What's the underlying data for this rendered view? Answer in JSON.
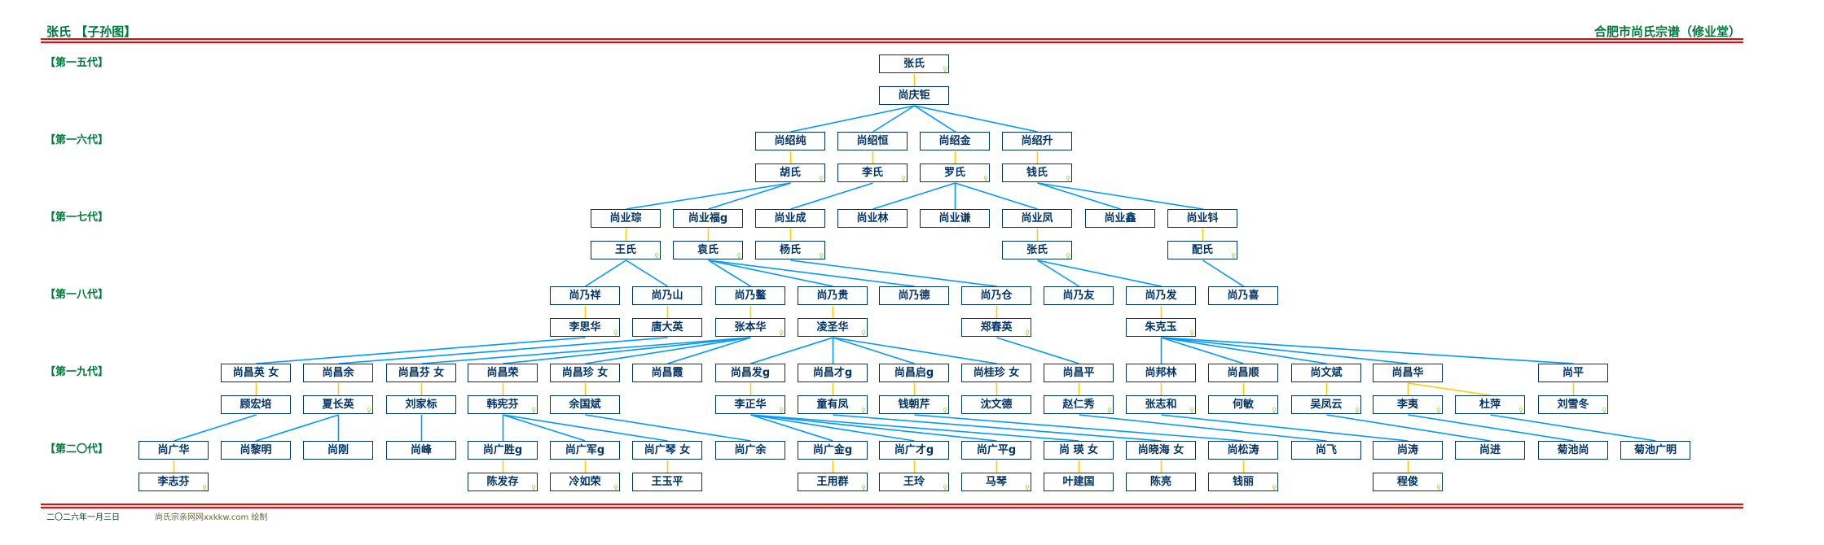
{
  "header": {
    "title": "张氏 【子孙图】",
    "right_title": "合肥市尚氏宗谱（修业堂）"
  },
  "footer": {
    "date": "二〇二六年一月三日",
    "credit": "尚氏宗亲网网xxkkw.com 绘制"
  },
  "colors": {
    "box_border": "#003366",
    "descent_line": "#0099ff",
    "spouse_line": "#ffcc00",
    "label": "#007a3d",
    "female_icon": "#99cc33",
    "rule": "#ff0000"
  },
  "generation_labels": [
    "【第一五代】",
    "【第一六代】",
    "【第一七代】",
    "【第一八代】",
    "【第一九代】",
    "【第二〇代】"
  ],
  "female_icon": "♀",
  "people": [
    {
      "id": "a1",
      "gen": 0,
      "name": "张氏",
      "f": true,
      "spouses": [
        {
          "name": "尚庆钜"
        }
      ]
    },
    {
      "id": "b1",
      "gen": 1,
      "name": "尚绍纯",
      "parent": "a1",
      "spouses": [
        {
          "name": "胡氏",
          "f": true
        }
      ]
    },
    {
      "id": "b2",
      "gen": 1,
      "name": "尚绍恒",
      "parent": "a1",
      "spouses": [
        {
          "name": "李氏",
          "f": true
        }
      ]
    },
    {
      "id": "b3",
      "gen": 1,
      "name": "尚绍金",
      "parent": "a1",
      "spouses": [
        {
          "name": "罗氏",
          "f": true
        }
      ]
    },
    {
      "id": "b4",
      "gen": 1,
      "name": "尚绍升",
      "parent": "a1",
      "spouses": [
        {
          "name": "钱氏",
          "f": true
        }
      ]
    },
    {
      "id": "c1",
      "gen": 2,
      "name": "尚业琮",
      "parent": "b1",
      "spouses": [
        {
          "name": "王氏",
          "f": true
        }
      ]
    },
    {
      "id": "c2",
      "gen": 2,
      "name": "尚业福g",
      "parent": "b1",
      "spouses": [
        {
          "name": "袁氏",
          "f": true
        }
      ]
    },
    {
      "id": "c3",
      "gen": 2,
      "name": "尚业成",
      "parent": "b2",
      "spouses": [
        {
          "name": "杨氏",
          "f": true
        }
      ]
    },
    {
      "id": "c4",
      "gen": 2,
      "name": "尚业林",
      "parent": "b3",
      "spouses": []
    },
    {
      "id": "c5",
      "gen": 2,
      "name": "尚业谦",
      "parent": "b3",
      "spouses": []
    },
    {
      "id": "c6",
      "gen": 2,
      "name": "尚业凤",
      "parent": "b3",
      "spouses": [
        {
          "name": "张氏",
          "f": true
        }
      ]
    },
    {
      "id": "c7",
      "gen": 2,
      "name": "尚业鑫",
      "parent": "b4",
      "spouses": []
    },
    {
      "id": "c8",
      "gen": 2,
      "name": "尚业钭",
      "parent": "b4",
      "spouses": [
        {
          "name": "配氏",
          "f": true
        }
      ]
    },
    {
      "id": "d1",
      "gen": 3,
      "name": "尚乃祥",
      "parent": "c1",
      "spouses": [
        {
          "name": "李思华",
          "f": true
        }
      ]
    },
    {
      "id": "d2",
      "gen": 3,
      "name": "尚乃山",
      "parent": "c1",
      "spouses": [
        {
          "name": "唐大英"
        }
      ]
    },
    {
      "id": "d3",
      "gen": 3,
      "name": "尚乃鳌",
      "parent": "c2",
      "spouses": [
        {
          "name": "张本华",
          "f": true
        }
      ]
    },
    {
      "id": "d4",
      "gen": 3,
      "name": "尚乃贵",
      "parent": "c2",
      "spouses": [
        {
          "name": "凌圣华",
          "f": true
        }
      ]
    },
    {
      "id": "d5",
      "gen": 3,
      "name": "尚乃德",
      "parent": "c2",
      "spouses": []
    },
    {
      "id": "d6",
      "gen": 3,
      "name": "尚乃仓",
      "parent": "c3",
      "spouses": [
        {
          "name": "郑春英",
          "f": true
        }
      ]
    },
    {
      "id": "d7",
      "gen": 3,
      "name": "尚乃友",
      "parent": "c6",
      "spouses": []
    },
    {
      "id": "d8",
      "gen": 3,
      "name": "尚乃发",
      "parent": "c6",
      "spouses": [
        {
          "name": "朱克玉",
          "f": true
        }
      ]
    },
    {
      "id": "d9",
      "gen": 3,
      "name": "尚乃喜",
      "parent": "c8",
      "spouses": []
    },
    {
      "id": "e1",
      "gen": 4,
      "name": "尚昌英 女",
      "parent": "d1",
      "spouses": [
        {
          "name": "顾宏培"
        }
      ]
    },
    {
      "id": "e2",
      "gen": 4,
      "name": "尚昌余",
      "parent": "d2",
      "spouses": [
        {
          "name": "夏长英",
          "f": true
        }
      ]
    },
    {
      "id": "e3",
      "gen": 4,
      "name": "尚昌芬 女",
      "parent": "d3",
      "spouses": [
        {
          "name": "刘家标"
        }
      ]
    },
    {
      "id": "e4",
      "gen": 4,
      "name": "尚昌荣",
      "parent": "d3",
      "spouses": [
        {
          "name": "韩宪芬",
          "f": true
        }
      ]
    },
    {
      "id": "e5",
      "gen": 4,
      "name": "尚昌珍 女",
      "parent": "d3",
      "spouses": [
        {
          "name": "余国斌"
        }
      ]
    },
    {
      "id": "e6",
      "gen": 4,
      "name": "尚昌霞",
      "parent": "d3",
      "spouses": []
    },
    {
      "id": "e7",
      "gen": 4,
      "name": "尚昌发g",
      "parent": "d4",
      "spouses": [
        {
          "name": "李正华",
          "f": true
        }
      ]
    },
    {
      "id": "e8",
      "gen": 4,
      "name": "尚昌才g",
      "parent": "d4",
      "spouses": [
        {
          "name": "童有凤",
          "f": true
        }
      ]
    },
    {
      "id": "e9",
      "gen": 4,
      "name": "尚昌启g",
      "parent": "d4",
      "spouses": [
        {
          "name": "钱朝芹",
          "f": true
        }
      ]
    },
    {
      "id": "e10",
      "gen": 4,
      "name": "尚桂珍 女",
      "parent": "d4",
      "spouses": [
        {
          "name": "沈文德"
        }
      ]
    },
    {
      "id": "e11",
      "gen": 4,
      "name": "尚昌平",
      "parent": "d6",
      "spouses": [
        {
          "name": "赵仁秀",
          "f": true
        }
      ]
    },
    {
      "id": "e12",
      "gen": 4,
      "name": "尚邦林",
      "parent": "d8",
      "spouses": [
        {
          "name": "张志和",
          "f": true
        }
      ]
    },
    {
      "id": "e13",
      "gen": 4,
      "name": "尚昌顺",
      "parent": "d8",
      "spouses": [
        {
          "name": "何敏",
          "f": true
        }
      ]
    },
    {
      "id": "e14",
      "gen": 4,
      "name": "尚文斌",
      "parent": "d8",
      "spouses": [
        {
          "name": "吴凤云",
          "f": true
        }
      ]
    },
    {
      "id": "e15",
      "gen": 4,
      "name": "尚昌华",
      "parent": "d8",
      "spouses": [
        {
          "name": "李夷",
          "f": true
        },
        {
          "name": "杜萍",
          "f": true
        }
      ]
    },
    {
      "id": "e16",
      "gen": 4,
      "name": "尚平",
      "parent": "d8",
      "spouses": [
        {
          "name": "刘雪冬",
          "f": true
        }
      ]
    },
    {
      "id": "f1",
      "gen": 5,
      "name": "尚广华",
      "parent": "e1",
      "spouses": [
        {
          "name": "李志芬",
          "f": true
        }
      ]
    },
    {
      "id": "f2",
      "gen": 5,
      "name": "尚黎明",
      "parent": "e2",
      "spouses": []
    },
    {
      "id": "f3",
      "gen": 5,
      "name": "尚刚",
      "parent": "e2",
      "spouses": []
    },
    {
      "id": "f4",
      "gen": 5,
      "name": "尚峰",
      "parent": "e3",
      "spouses": []
    },
    {
      "id": "f5",
      "gen": 5,
      "name": "尚广胜g",
      "parent": "e4",
      "spouses": [
        {
          "name": "陈发存",
          "f": true
        }
      ]
    },
    {
      "id": "f6",
      "gen": 5,
      "name": "尚广军g",
      "parent": "e4",
      "spouses": [
        {
          "name": "冷如荣",
          "f": true
        }
      ]
    },
    {
      "id": "f7",
      "gen": 5,
      "name": "尚广琴 女",
      "parent": "e4",
      "spouses": [
        {
          "name": "王玉平"
        }
      ]
    },
    {
      "id": "f8",
      "gen": 5,
      "name": "尚广余",
      "parent": "e5",
      "spouses": []
    },
    {
      "id": "f9",
      "gen": 5,
      "name": "尚广金g",
      "parent": "e7",
      "spouses": [
        {
          "name": "王用群",
          "f": true
        }
      ]
    },
    {
      "id": "f10",
      "gen": 5,
      "name": "尚广才g",
      "parent": "e7",
      "spouses": [
        {
          "name": "王玲",
          "f": true
        }
      ]
    },
    {
      "id": "f11",
      "gen": 5,
      "name": "尚广平g",
      "parent": "e7",
      "spouses": [
        {
          "name": "马琴",
          "f": true
        }
      ]
    },
    {
      "id": "f12",
      "gen": 5,
      "name": "尚 瑛 女",
      "parent": "e7",
      "spouses": [
        {
          "name": "叶建国"
        }
      ]
    },
    {
      "id": "f13",
      "gen": 5,
      "name": "尚晓海 女",
      "parent": "e8",
      "spouses": [
        {
          "name": "陈亮"
        }
      ]
    },
    {
      "id": "f14",
      "gen": 5,
      "name": "尚松涛",
      "parent": "e9",
      "spouses": [
        {
          "name": "钱丽",
          "f": true
        }
      ]
    },
    {
      "id": "f15",
      "gen": 5,
      "name": "尚飞",
      "parent": "e11",
      "spouses": []
    },
    {
      "id": "f16",
      "gen": 5,
      "name": "尚涛",
      "parent": "e12",
      "spouses": [
        {
          "name": "程俊",
          "f": true
        }
      ]
    },
    {
      "id": "f17",
      "gen": 5,
      "name": "尚进",
      "parent": "e14",
      "spouses": []
    },
    {
      "id": "f18",
      "gen": 5,
      "name": "菊池尚",
      "parent": "e15",
      "via": 0,
      "spouses": []
    },
    {
      "id": "f19",
      "gen": 5,
      "name": "菊池广明",
      "parent": "e15",
      "via": 1,
      "spouses": []
    }
  ]
}
